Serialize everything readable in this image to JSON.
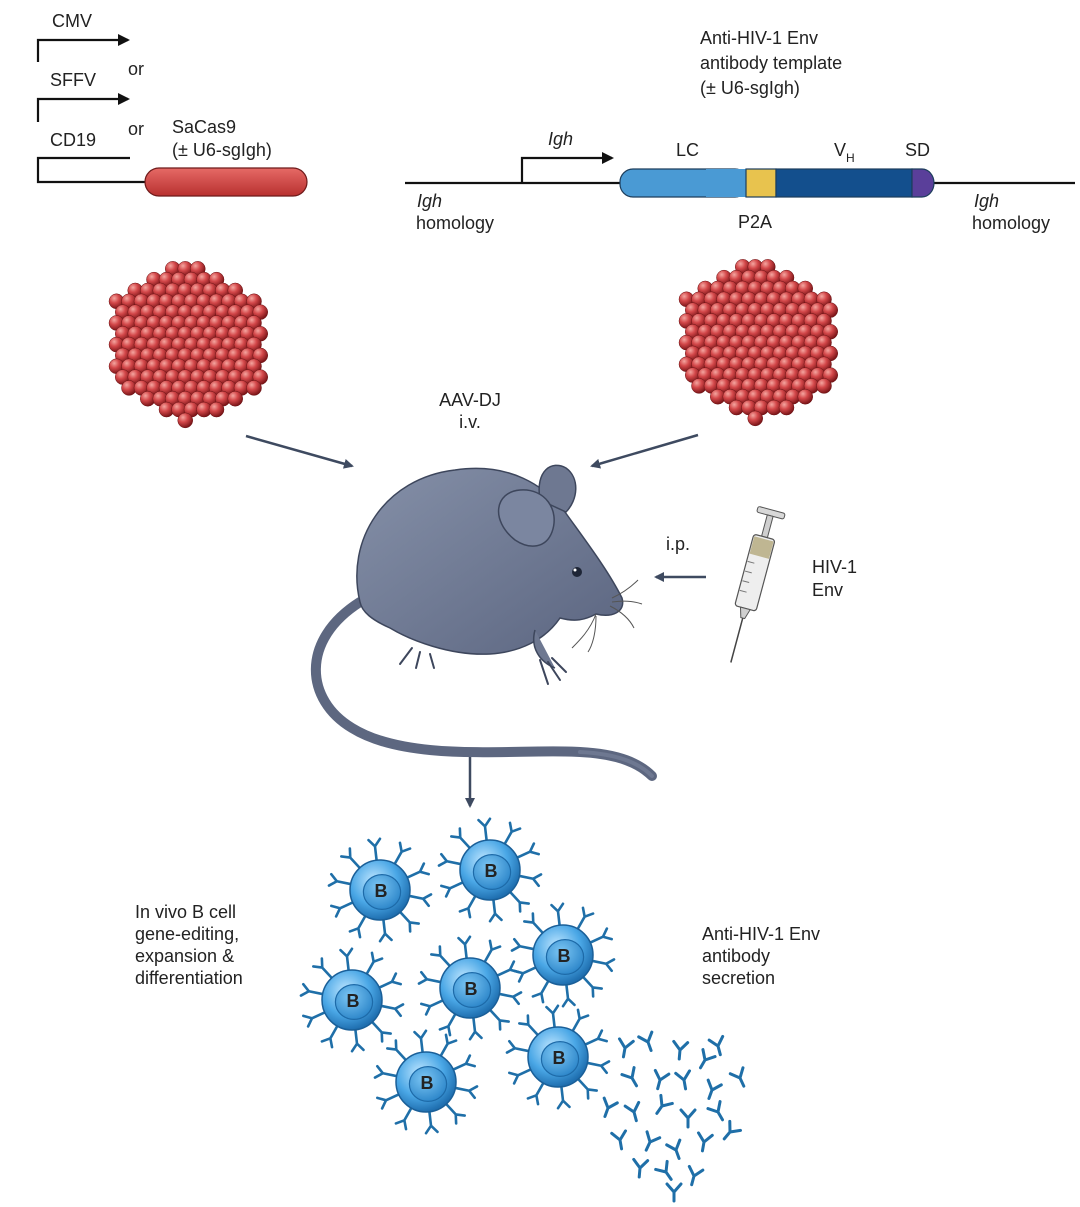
{
  "construct_left": {
    "promoters": [
      "CMV",
      "SFFV",
      "CD19"
    ],
    "or_labels": [
      "or",
      "or"
    ],
    "gene_label": "SaCas9",
    "gene_sub": "(± U6-sgIgh)"
  },
  "construct_right": {
    "title_lines": [
      "Anti-HIV-1 Env",
      "antibody template",
      "(± U6-sgIgh)"
    ],
    "promoter": "Igh",
    "homology_left": [
      "Igh",
      "homology"
    ],
    "homology_right": [
      "Igh",
      "homology"
    ],
    "segments": {
      "lc": "LC",
      "p2a": "P2A",
      "vh_main": "V",
      "vh_sub": "H",
      "sd": "SD"
    }
  },
  "delivery": [
    "AAV-DJ",
    "i.v."
  ],
  "immunization": {
    "route": "i.p.",
    "antigen_lines": [
      "HIV-1",
      "Env"
    ]
  },
  "bcell_outcome_lines": [
    "In vivo B cell",
    "gene-editing,",
    "expansion &",
    "differentiation"
  ],
  "antibody_outcome_lines": [
    "Anti-HIV-1 Env",
    "antibody",
    "secretion"
  ],
  "b_cell_letter": "B",
  "colors": {
    "cas9_red": "#d8484a",
    "lc_blue": "#4a9ad4",
    "p2a_yellow": "#e8c34e",
    "vh_navy": "#134f8d",
    "sd_purple": "#5a3f9a",
    "capsid_red": "#c8383b",
    "mouse_gray": "#6e7891",
    "bcell_blue": "#3f9fe0",
    "antibody_blue": "#1f6fa8",
    "arrow_slate": "#3e4a60"
  }
}
